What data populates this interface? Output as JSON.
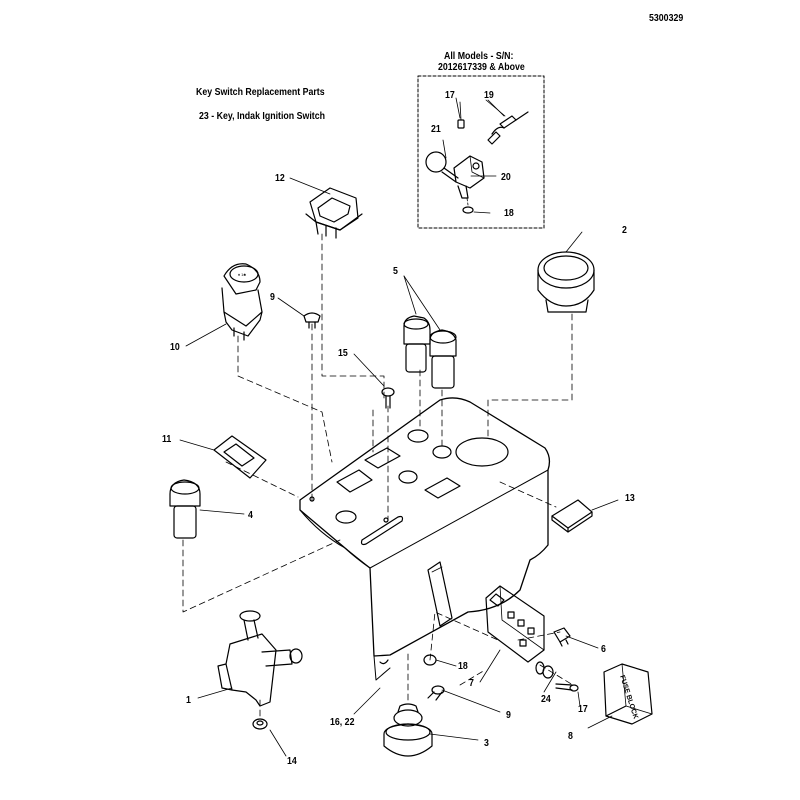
{
  "page": {
    "part_number": "5300329",
    "header_title": "Key Switch Replacement Parts",
    "header_subtitle": "23 - Key, Indak Ignition Switch",
    "inset_title_line1": "All Models - S/N:",
    "inset_title_line2": "2012617339 & Above"
  },
  "callouts": {
    "c1": "1",
    "c2": "2",
    "c3": "3",
    "c4": "4",
    "c5": "5",
    "c6": "6",
    "c7": "7",
    "c8": "8",
    "c9a": "9",
    "c9b": "9",
    "c10": "10",
    "c11": "11",
    "c12": "12",
    "c13": "13",
    "c14": "14",
    "c15": "15",
    "c16_22": "16, 22",
    "c17a": "17",
    "c17b": "17",
    "c18a": "18",
    "c18b": "18",
    "c19": "19",
    "c20": "20",
    "c21": "21",
    "c24": "24"
  },
  "fuse_block_label": "FUSE BLOCK"
}
